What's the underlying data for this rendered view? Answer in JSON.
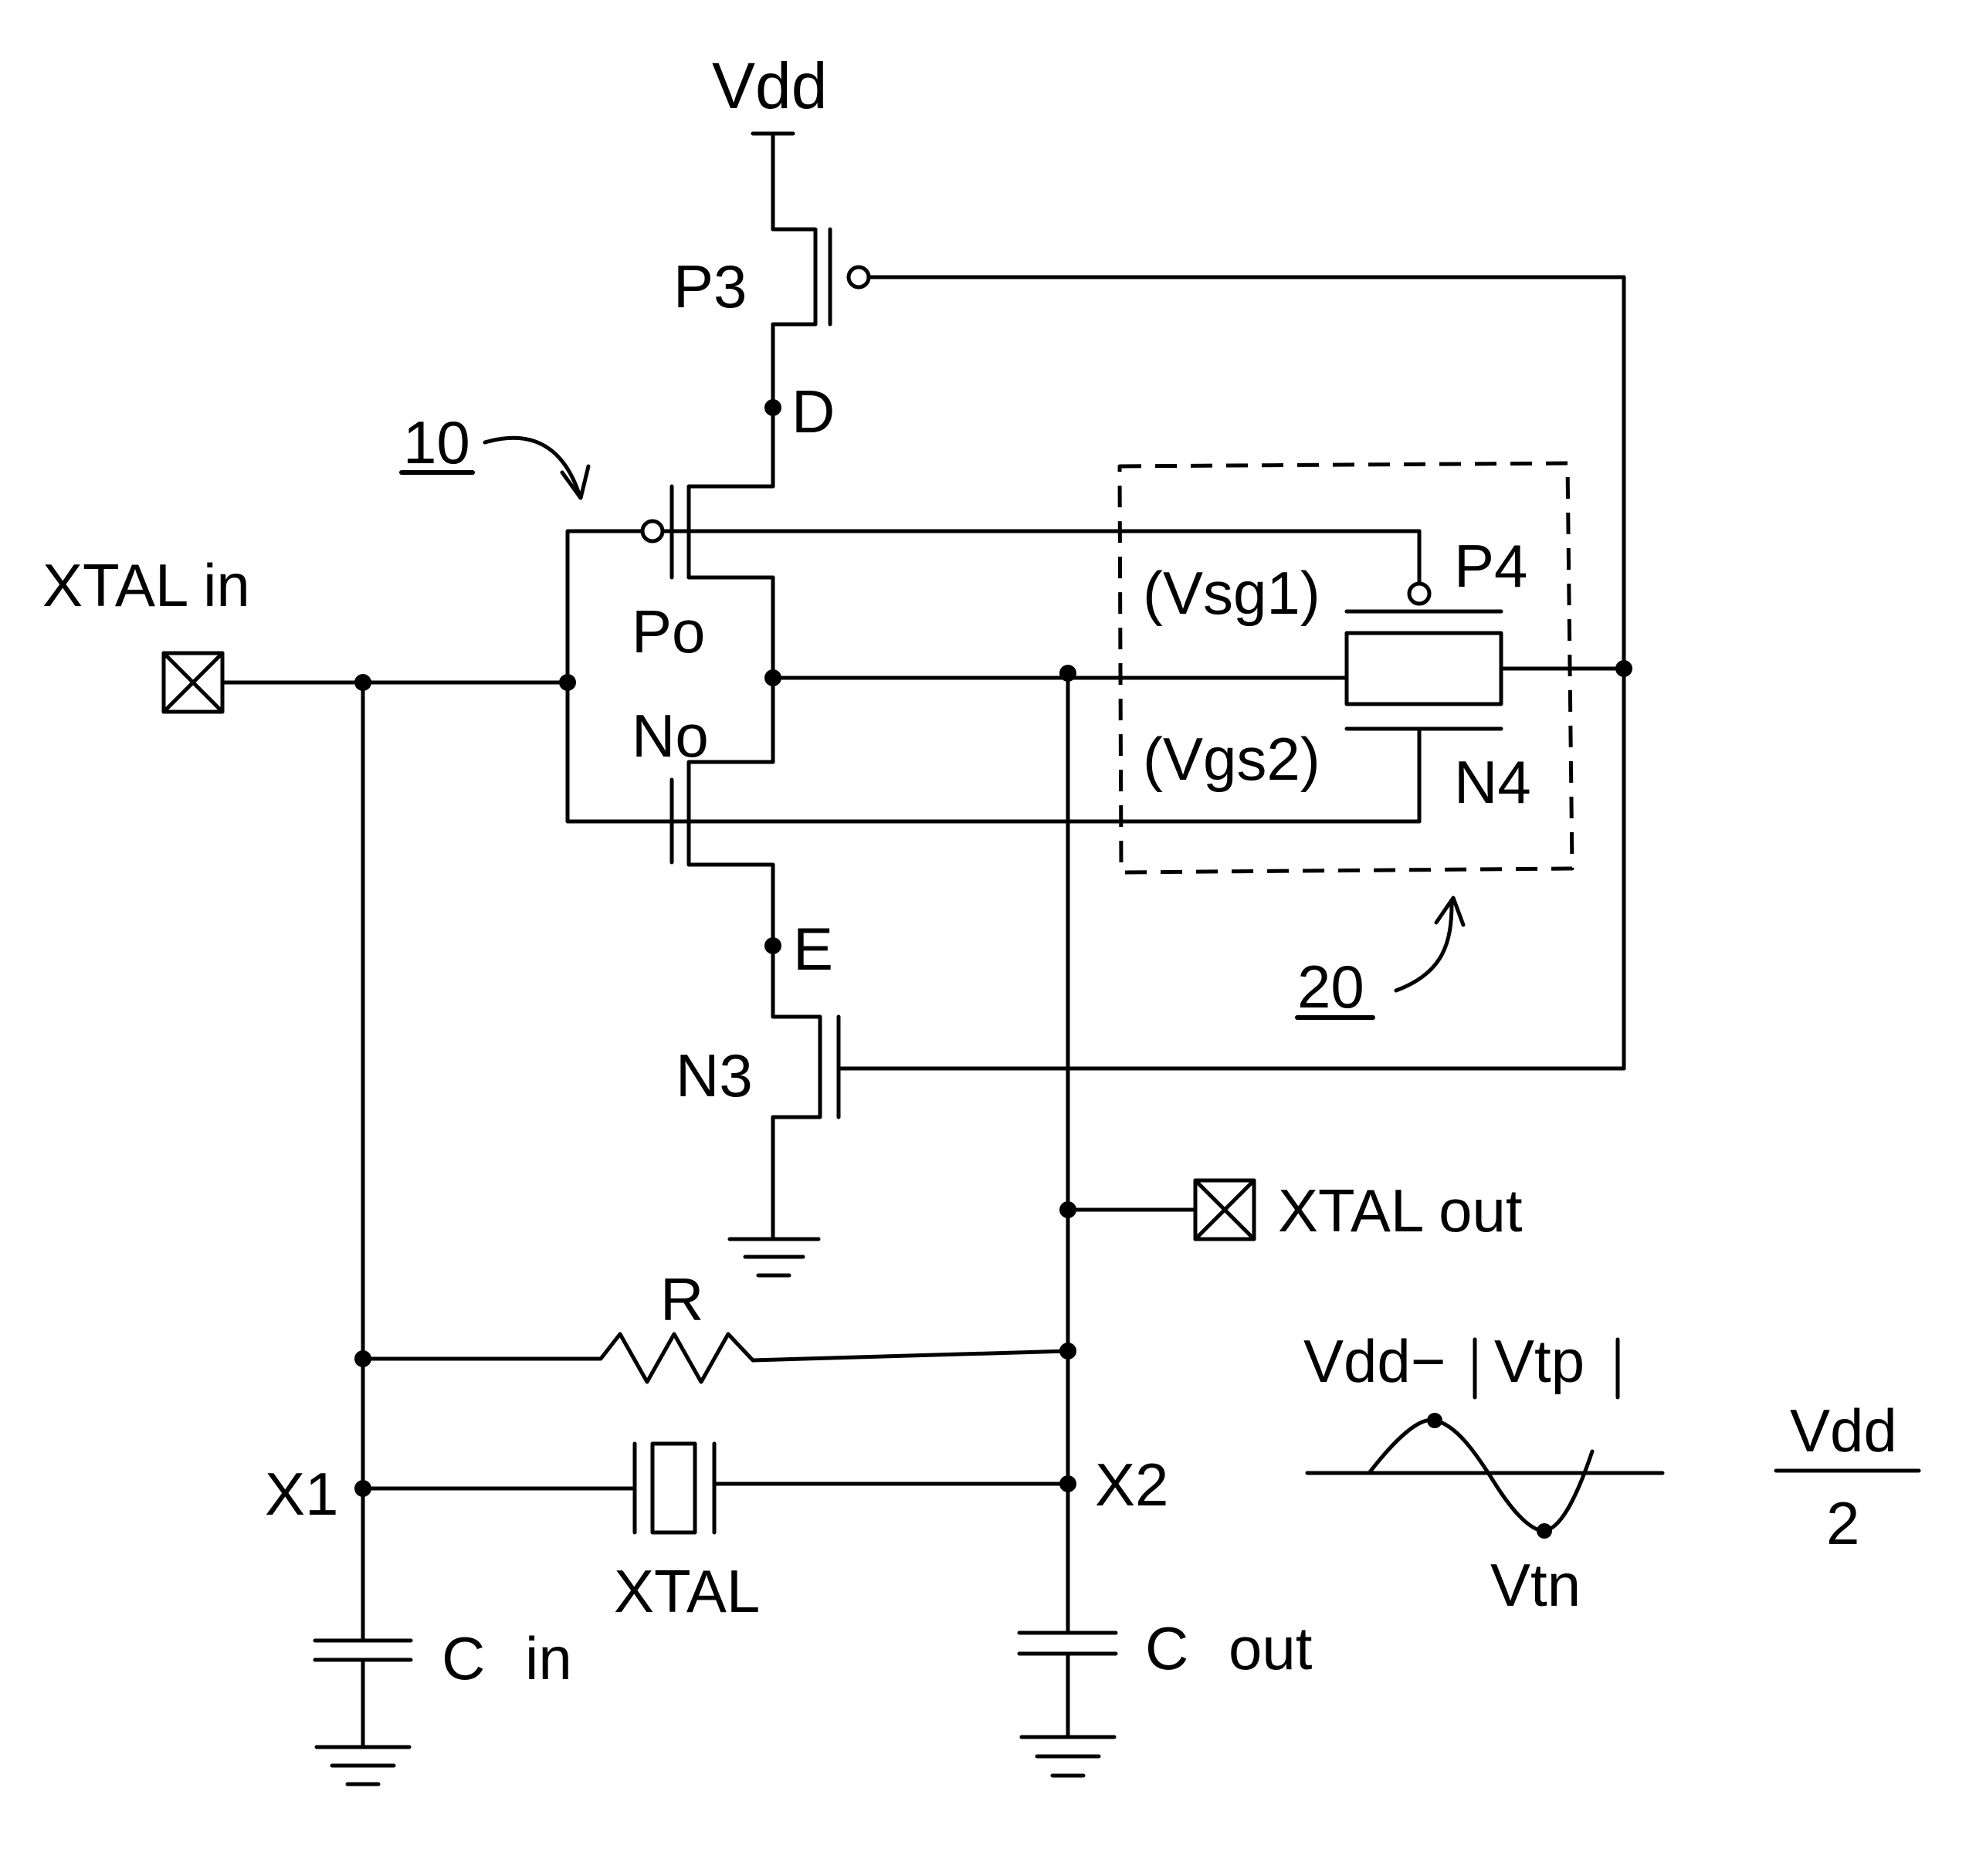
{
  "labels": {
    "vdd_top": "Vdd",
    "p3": "P3",
    "node_d": "D",
    "block_10": "10",
    "xtal_in": "XTAL in",
    "po": "Po",
    "no": "No",
    "vsg1": "(Vsg1)",
    "p4": "P4",
    "vgs2": "(Vgs2)",
    "n4": "N4",
    "node_e": "E",
    "block_20": "20",
    "n3": "N3",
    "xtal_out": "XTAL out",
    "r": "R",
    "x1": "X1",
    "x2": "X2",
    "xtal": "XTAL",
    "c_in": "C in",
    "c_out": "C out",
    "vdd_minus_vtp": "Vdd−",
    "vtp": "Vtp",
    "vtn": "Vtn",
    "vdd_half_num": "Vdd",
    "vdd_half_den": "2"
  }
}
